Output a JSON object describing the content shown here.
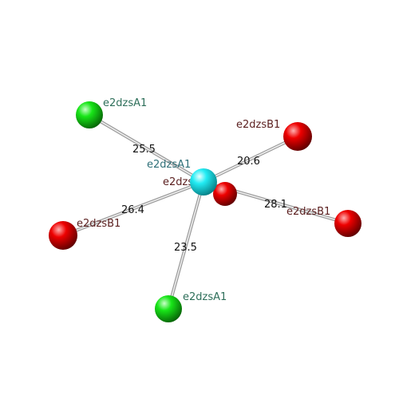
{
  "atoms": [
    {
      "id": "center",
      "label": "e2dzsA1",
      "element": "cyan"
    },
    {
      "id": "inner",
      "label": "e2dzsB1",
      "element": "red"
    },
    {
      "id": "tl",
      "label": "e2dzsA1",
      "element": "green"
    },
    {
      "id": "tr",
      "label": "e2dzsB1",
      "element": "red"
    },
    {
      "id": "l",
      "label": "e2dzsB1",
      "element": "red"
    },
    {
      "id": "r",
      "label": "e2dzsB1",
      "element": "red"
    },
    {
      "id": "b",
      "label": "e2dzsA1",
      "element": "green"
    }
  ],
  "bonds": [
    {
      "from": "center",
      "to": "tl",
      "distance": "25.5"
    },
    {
      "from": "center",
      "to": "tr",
      "distance": "20.6"
    },
    {
      "from": "center",
      "to": "l",
      "distance": "26.4"
    },
    {
      "from": "center",
      "to": "r",
      "distance": "28.1"
    },
    {
      "from": "center",
      "to": "b",
      "distance": "23.5"
    }
  ],
  "colors": {
    "cyan": "#19e6ee",
    "red": "#e00000",
    "green": "#12dd12",
    "label_A": "#2e6f5a",
    "label_B": "#5a1e1e",
    "label_center": "#2e6f78",
    "bond": "#b8b8b8",
    "distance_text": "#111111"
  }
}
